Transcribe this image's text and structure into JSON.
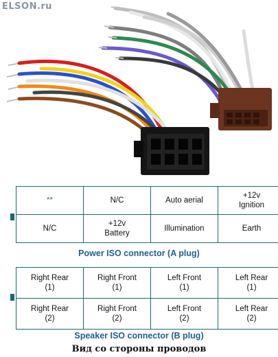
{
  "watermark": "ELSON.ru",
  "power": {
    "rows": [
      [
        "**",
        "N/C",
        "Auto aerial",
        "+12v\nIgnition"
      ],
      [
        "N/C",
        "+12v\nBattery",
        "Illumination",
        "Earth"
      ]
    ],
    "caption": "Power ISO connector (A plug)"
  },
  "speaker": {
    "rows": [
      [
        "Right Rear\n(1)",
        "Right Front\n(1)",
        "Left Front\n(1)",
        "Left Rear\n(1)"
      ],
      [
        "Right Rear\n(2)",
        "Right Front\n(2)",
        "Left Front\n(2)",
        "Left Rear\n(2)"
      ]
    ],
    "caption": "Speaker ISO connector (B plug)"
  },
  "footer": "Вид со стороны проводов",
  "colors": {
    "grid": "#1a6a6a",
    "caption": "#1f5f8f",
    "connector_a": "#151515",
    "connector_b": "#6b3520"
  }
}
